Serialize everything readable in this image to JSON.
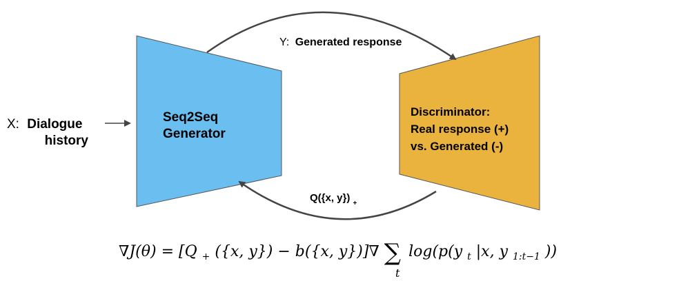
{
  "input": {
    "prefix": "X:",
    "line1": "Dialogue",
    "line2": "history"
  },
  "generator": {
    "line1": "Seq2Seq",
    "line2": "Generator",
    "color": "#6bbff0"
  },
  "discriminator": {
    "line1": "Discriminator:",
    "line2": "Real response (+)",
    "line3": "vs. Generated (-)",
    "color": "#eab33e"
  },
  "top_arrow": {
    "prefix": "Y:",
    "label": "Generated response"
  },
  "bottom_arrow": {
    "label": "Q({x, y})",
    "subscript": "+"
  },
  "formula": {
    "nabla_j": "∇J(θ) = [Q",
    "q_sub": "+",
    "mid": "({x, y}) − b({x, y})]∇",
    "sum": "∑",
    "sum_index": "t",
    "log_part": "log(p(y",
    "y_sub": "t",
    "given": "|x, y",
    "range_sub": "1:t−1",
    "close": "))"
  },
  "colors": {
    "arrow": "#444444",
    "text": "#000000"
  }
}
